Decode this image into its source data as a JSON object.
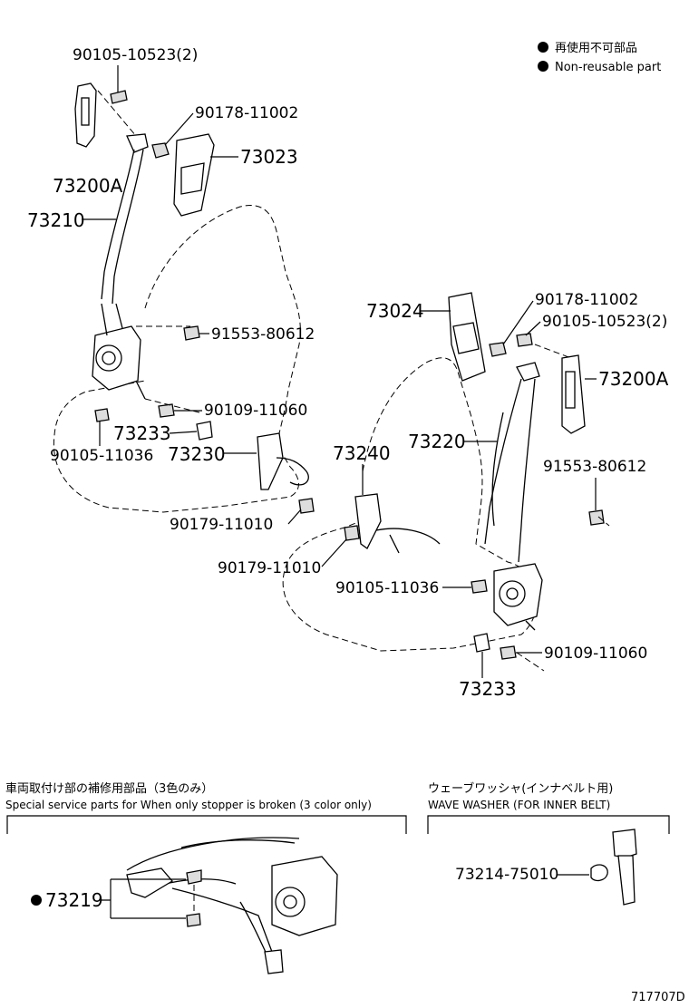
{
  "legend": {
    "jp": "再使用不可部品",
    "en": "Non-reusable part"
  },
  "parts": {
    "p_90105_10523_top": "90105-10523(2)",
    "p_90178_11002_top": "90178-11002",
    "p_73023": "73023",
    "p_73200A_left": "73200A",
    "p_73210": "73210",
    "p_91553_80612_left": "91553-80612",
    "p_90109_11060_left": "90109-11060",
    "p_73233_left": "73233",
    "p_90105_11036_left": "90105-11036",
    "p_73230": "73230",
    "p_90179_11010_left": "90179-11010",
    "p_73024": "73024",
    "p_90178_11002_right": "90178-11002",
    "p_90105_10523_right": "90105-10523(2)",
    "p_73200A_right": "73200A",
    "p_73240": "73240",
    "p_73220": "73220",
    "p_91553_80612_right": "91553-80612",
    "p_90179_11010_right": "90179-11010",
    "p_90105_11036_right": "90105-11036",
    "p_90109_11060_right": "90109-11060",
    "p_73233_right": "73233"
  },
  "section_service": {
    "jp": "車両取付け部の補修用部品（3色のみ）",
    "en": "Special service parts for When only stopper is broken (3 color only)",
    "part": "73219"
  },
  "section_washer": {
    "jp": "ウェーブワッシャ(インナベルト用)",
    "en": "WAVE WASHER (FOR INNER BELT)",
    "part": "73214-75010"
  },
  "diagram_id": "717707D"
}
